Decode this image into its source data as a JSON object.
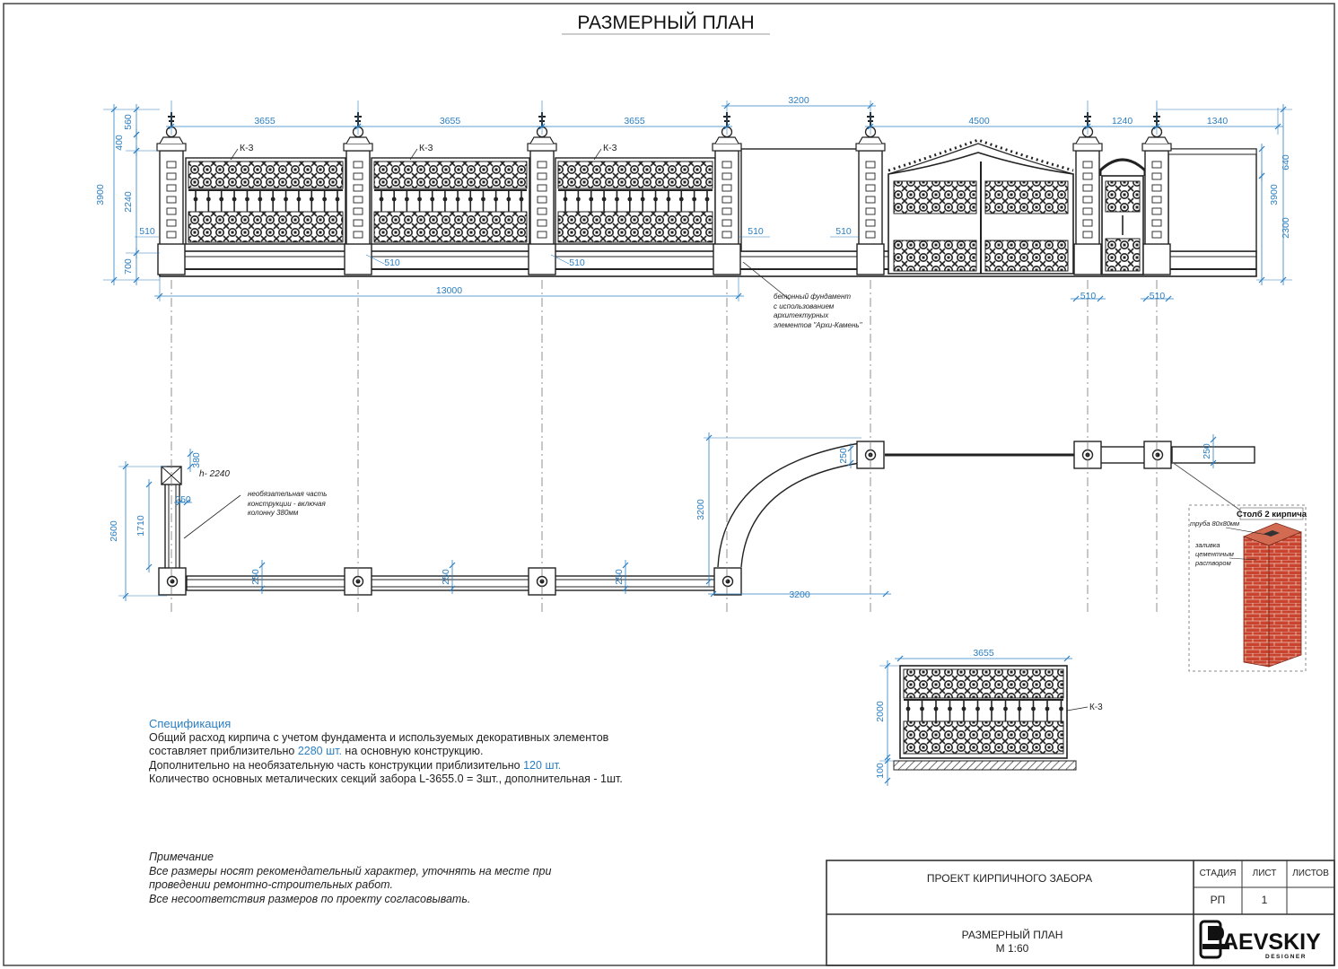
{
  "title": "РАЗМЕРНЫЙ ПЛАН",
  "elevation": {
    "panel_label": "К-3",
    "dims": {
      "span_1": "3655",
      "span_2": "3655",
      "span_3": "3655",
      "span_gap": "3200",
      "span_gate": "4500",
      "span_wicket": "1240",
      "span_end": "1340",
      "total": "13000",
      "h_total": "3900",
      "h_cap": "560",
      "h_top": "400",
      "h_mid": "2240",
      "h_base": "700",
      "h_right_total": "3900",
      "h_right_top": "640",
      "h_right_mid": "2300",
      "pillar_width": "510"
    },
    "foundation_note": [
      "бетонный фундамент",
      "с использованием",
      "архитектурных",
      "элементов \"Архи-Камень\""
    ]
  },
  "plan": {
    "h_label": "h- 2240",
    "dims": {
      "d_2600": "2600",
      "d_1710": "1710",
      "d_380": "380",
      "d_250": "250",
      "d_3200_v": "3200",
      "d_3200_h": "3200"
    },
    "optional_note": [
      "необязательная часть",
      "конструкции - включая",
      "колонну 380мм"
    ]
  },
  "pillar_detail": {
    "title": "Столб 2 кирпича",
    "pipe_label": "труба 80х80мм",
    "fill_label": [
      "заливка",
      "цементным",
      "раствором"
    ],
    "brick_color": "#c8442f"
  },
  "section_detail": {
    "width": "3655",
    "height": "2000",
    "base": "100",
    "label": "К-3"
  },
  "specification": {
    "heading": "Спецификация",
    "line1": "Общий расход кирпича с учетом фундамента и используемых декоративных элементов",
    "line2_a": "составляет приблизительно ",
    "line2_qty": "2280 шт.",
    "line2_b": " на основную конструкцию.",
    "line3_a": "Дополнительно на необязательную часть конструкции приблизительно ",
    "line3_qty": "120 шт.",
    "line4": "Количество основных металических секций забора L-3655.0 = 3шт., дополнительная - 1шт."
  },
  "note": {
    "heading": "Примечание",
    "line1": "Все размеры носят рекомендательный характер, уточнять на месте при",
    "line2": "проведении ремонтно-строительных работ.",
    "line3": "Все несоответствия размеров по проекту согласовывать."
  },
  "stamp": {
    "project": "ПРОЕКТ КИРПИЧНОГО ЗАБОРА",
    "sheet_name": "РАЗМЕРНЫЙ ПЛАН",
    "scale": "М 1:60",
    "col_stage": "СТАДИЯ",
    "col_sheet": "ЛИСТ",
    "col_sheets": "ЛИСТОВ",
    "stage": "РП",
    "sheet": "1",
    "sheets": ""
  },
  "logo": {
    "name": "AEVSKIY",
    "sub": "DESIGNER"
  },
  "colors": {
    "dim": "#2b7fc2",
    "line": "#222222",
    "brick": "#c8442f"
  }
}
